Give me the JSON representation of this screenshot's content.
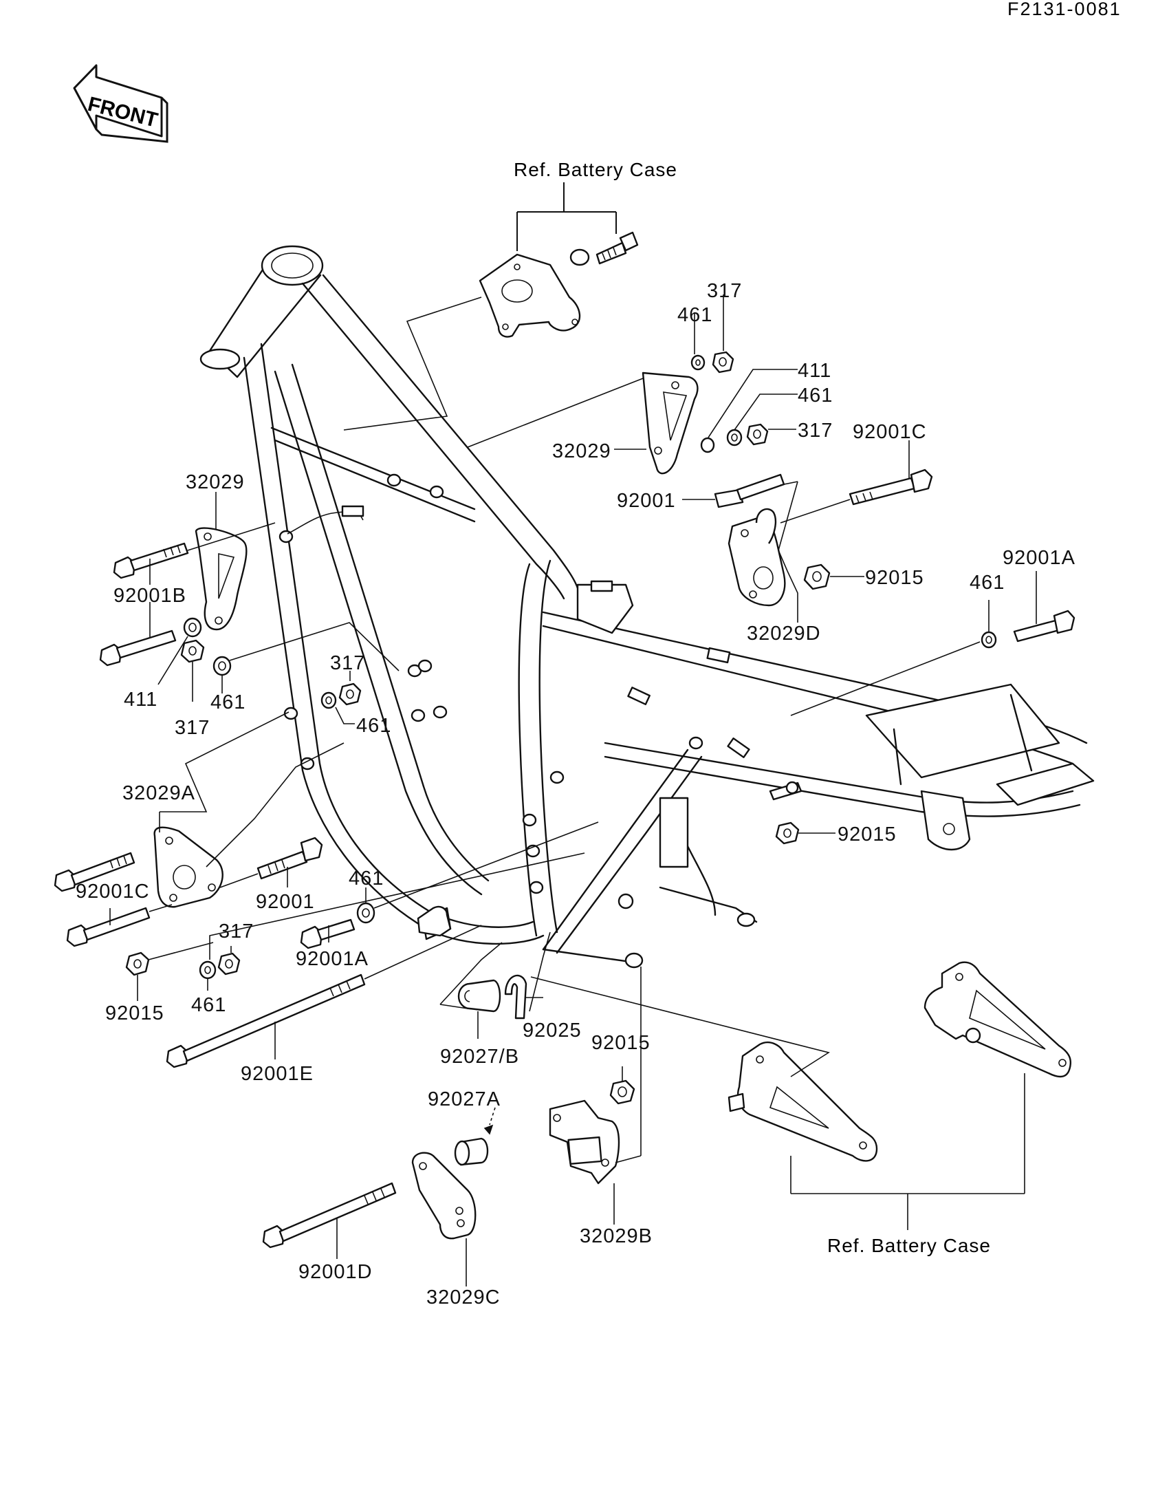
{
  "diagram_id": "F2131-0081",
  "front_label": "FRONT",
  "ref_top": "Ref.  Battery Case",
  "ref_bottom": "Ref.  Battery Case",
  "labels": {
    "p317_a": "317",
    "p461_a": "461",
    "p411_a": "411",
    "p461_b": "461",
    "p317_b": "317",
    "p92001C_a": "92001C",
    "p32029_a": "32029",
    "p92001_a": "92001",
    "p32029_b": "32029",
    "p92001B": "92001B",
    "p92015_a": "92015",
    "p92001A_a": "92001A",
    "p461_c": "461",
    "p32029D": "32029D",
    "p411_b": "411",
    "p317_c": "317",
    "p461_d": "461",
    "p317_d": "317",
    "p461_e": "461",
    "p32029A": "32029A",
    "p92001C_b": "92001C",
    "p92001_b": "92001",
    "p461_f": "461",
    "p92015_b": "92015",
    "p317_e": "317",
    "p92001A_b": "92001A",
    "p92015_c": "92015",
    "p461_g": "461",
    "p92025": "92025",
    "p92015_d": "92015",
    "p92001E": "92001E",
    "p92027B": "92027/B",
    "p92027A": "92027A",
    "p32029B": "32029B",
    "p92001D": "92001D",
    "p32029C": "32029C"
  }
}
